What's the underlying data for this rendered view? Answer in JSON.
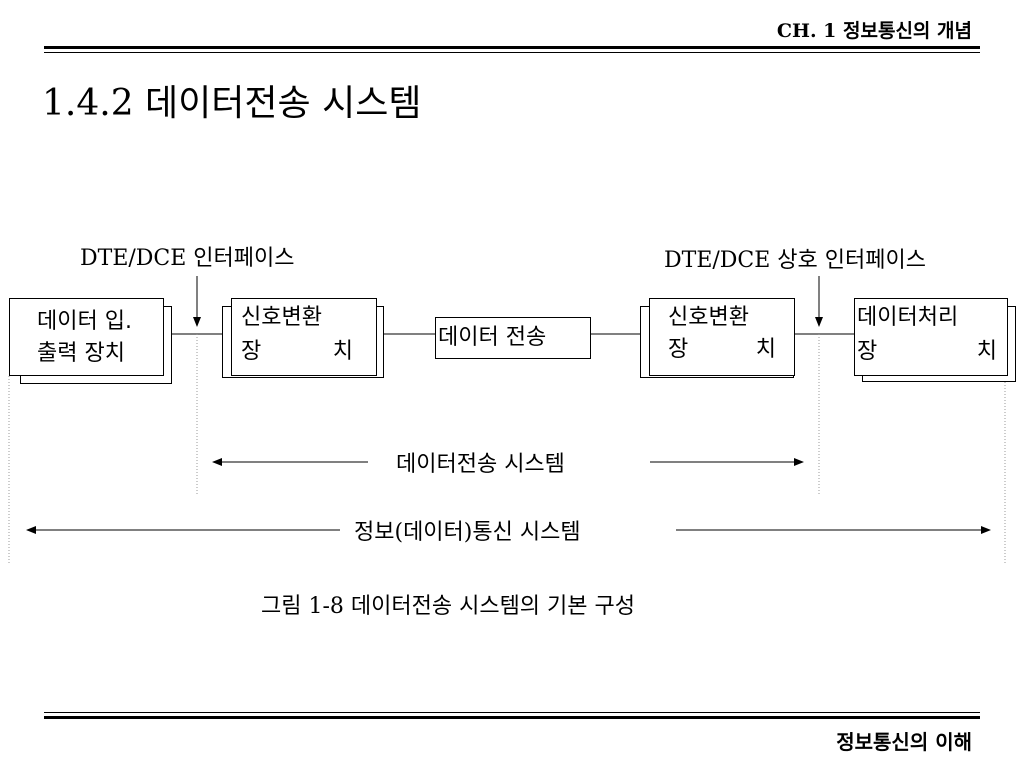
{
  "header": {
    "chapter": "CH. 1 정보통신의 개념"
  },
  "title": "1.4.2 데이터전송 시스템",
  "diagram": {
    "interface_left": "DTE/DCE 인터페이스",
    "interface_right": "DTE/DCE 상호 인터페이스",
    "box_io": {
      "line1": "데이터 입.",
      "line2": "출력 장치"
    },
    "box_modem_left": {
      "line1": "신호변환",
      "line2a": "장",
      "line2b": "치"
    },
    "box_transmission": "데이터 전송",
    "box_modem_right": {
      "line1": "신호변환",
      "line2a": "장",
      "line2b": "치"
    },
    "box_processing": {
      "line1": "데이터처리",
      "line2a": "장",
      "line2b": "치"
    },
    "span_transmission_system": "데이터전송 시스템",
    "span_information_system": "정보(데이터)통신 시스템"
  },
  "caption": "그림 1-8 데이터전송 시스템의 기본 구성",
  "footer": {
    "text": "정보통신의 이해"
  }
}
